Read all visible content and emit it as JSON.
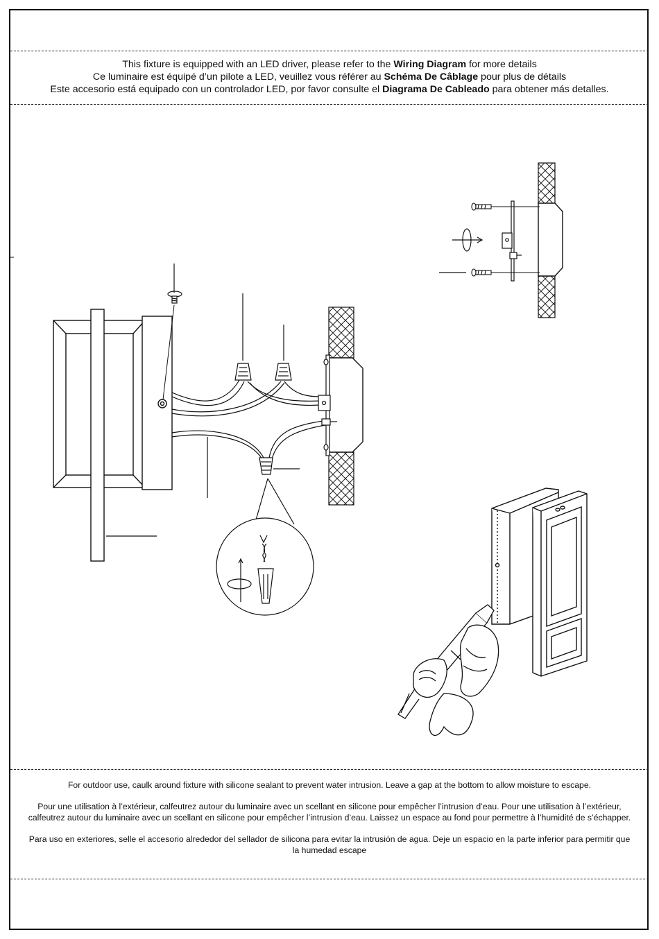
{
  "notes": {
    "line1": {
      "pre": "This fixture is equipped with an LED driver, please refer to the ",
      "bold": "Wiring Diagram",
      "post": " for more details"
    },
    "line2": {
      "pre": "Ce luminaire est équipé d’un pilote a LED, veuillez vous référer au ",
      "bold": "Schéma De Câblage",
      "post": " pour plus de détails"
    },
    "line3": {
      "pre": "Este accesorio está equipado con un controlador LED, por favor consulte el ",
      "bold": "Diagrama De Cableado",
      "post": " para obtener más detalles."
    }
  },
  "caulk_notes": {
    "en": "For outdoor use, caulk around fixture with silicone sealant to prevent water intrusion. Leave a gap at the bottom to allow moisture to escape.",
    "fr": "Pour une utilisation à l’extérieur, calfeutrez autour du luminaire avec un scellant en silicone pour empêcher l’intrusion d’eau. Pour une utilisation à l’extérieur, calfeutrez autour du luminaire avec un scellant en silicone pour empêcher l’intrusion d’eau. Laissez un espace au fond pour permettre à l’humidité de s’échapper.",
    "es": "Para uso en exteriores, selle el accesorio alrededor del sellador de silicona para evitar la intrusión de agua. Deje un espacio en la parte inferior para permitir que la humedad escape"
  },
  "colors": {
    "line": "#111111",
    "background": "#ffffff"
  }
}
